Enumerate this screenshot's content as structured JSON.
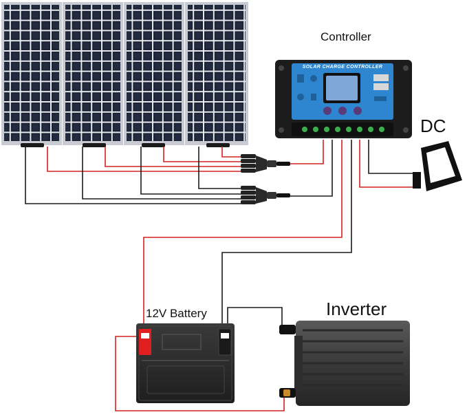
{
  "labels": {
    "controller": "Controller",
    "dc": "DC",
    "battery": "12V  Battery",
    "inverter": "Inverter",
    "controller_panel_title": "SOLAR CHARGE CONTROLLER"
  },
  "colors": {
    "positive_wire": "#d42020",
    "negative_wire": "#1a1a1a",
    "panel_cell": "#1b2233",
    "panel_frame": "#c8ccd2",
    "controller_body": "#1c1c1c",
    "controller_face": "#2e86d0",
    "controller_screen": "#7fa8d8",
    "battery_body": "#2a2a2a",
    "battery_positive_terminal": "#e02020",
    "inverter_body": "#3b3b3b",
    "dc_lamp": "#111111"
  },
  "components": {
    "solar_panel_count": 4
  },
  "icons": [
    "solar-panel-icon",
    "charge-controller-icon",
    "battery-icon",
    "inverter-icon",
    "floodlight-icon",
    "y-branch-connector-icon"
  ]
}
